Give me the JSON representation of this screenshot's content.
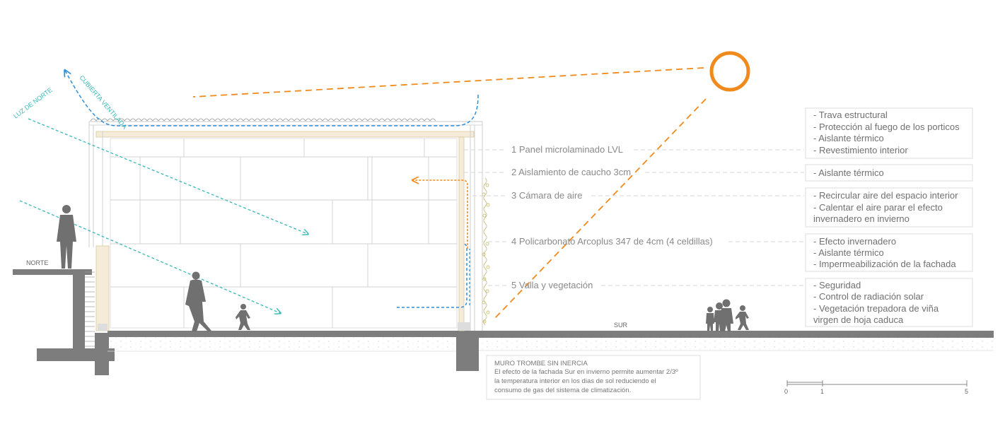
{
  "colors": {
    "sun": "#f08a1c",
    "north_light": "#37b9b6",
    "ventilated_roof": "#2e8fd9",
    "warm_air": "#f08a1c",
    "structure": "#c9c9c9",
    "ground": "#7d7d7d",
    "silhouette": "#707070",
    "text": "#8a8a8a"
  },
  "icons": {
    "sun": "sun-icon",
    "person": "person-silhouette-icon",
    "child": "child-silhouette-icon",
    "vegetation": "vine-vegetation-icon"
  },
  "labels": {
    "north": "NORTE",
    "south": "SUR",
    "north_light": "LUZ DE NORTE",
    "ventilated_roof": "CUBIERTA VENTILADA"
  },
  "callouts": [
    {
      "label": "1 Panel microlaminado LVL",
      "details": [
        "- Trava estructural",
        "- Protección al fuego de los porticos",
        "- Aislante térmico",
        "- Revestimiento interior"
      ]
    },
    {
      "label": "2 Aislamiento de caucho 3cm",
      "details": [
        "- Aislante térmico"
      ]
    },
    {
      "label": "3 Cámara de aire",
      "details": [
        "- Recircular aire del espacio interior",
        "- Calentar el aire parar el efecto",
        "invernadero en invierno"
      ]
    },
    {
      "label": "4 Policarbonato Arcoplus 347 de 4cm (4 celdillas)",
      "details": [
        "- Efecto invernadero",
        "- Aislante térmico",
        "- Impermeabilización de la fachada"
      ]
    },
    {
      "label": "5 Valla y vegetación",
      "details": [
        "- Seguridad",
        "- Control de radiación solar",
        "- Vegetación trepadora de viña",
        "virgen de hoja caduca"
      ]
    }
  ],
  "note": {
    "title": "MURO TROMBE  SIN INERCIA",
    "lines": [
      "El efecto de la fachada Sur en invierno permite aumentar 2/3º",
      "la temperatura interior en los dias de sol reduciendo el",
      "consumo de gas del sistema de climatización."
    ]
  },
  "scale": {
    "ticks": [
      "0",
      "1",
      "5"
    ]
  }
}
